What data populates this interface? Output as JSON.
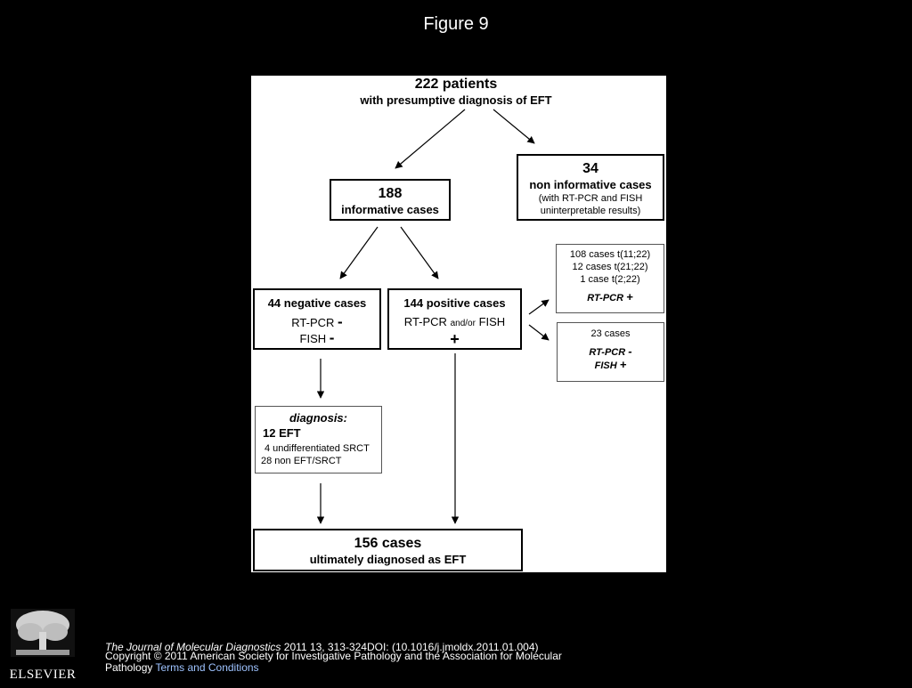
{
  "page": {
    "title": "Figure 9"
  },
  "diagram": {
    "top": {
      "line1": "222 patients",
      "line2": "with presumptive diagnosis of EFT"
    },
    "noninformative": {
      "count": "34",
      "line1": "non informative cases",
      "line2": "(with RT-PCR and FISH",
      "line3": "uninterpretable results)"
    },
    "informative": {
      "count": "188",
      "line1": "informative cases"
    },
    "negative": {
      "title": "44 negative cases",
      "rtpcr": "RT-PCR",
      "rtpcr_sign": "-",
      "fish": "FISH",
      "fish_sign": "-"
    },
    "positive": {
      "title": "144 positive cases",
      "rtpcr": "RT-PCR",
      "andor": "and/or",
      "fish": "FISH",
      "sign": "+"
    },
    "translocations": {
      "line1": "108 cases  t(11;22)",
      "line2": "12 cases  t(21;22)",
      "line3": "1 case  t(2;22)",
      "rtpcr": "RT-PCR",
      "sign": "+"
    },
    "cases23": {
      "title": "23 cases",
      "rtpcr": "RT-PCR",
      "rtpcr_sign": "-",
      "fish": "FISH",
      "fish_sign": "+"
    },
    "diagnosis": {
      "title": "diagnosis:",
      "line1": "12 EFT",
      "line2": "4  undifferentiated SRCT",
      "line3": "28 non EFT/SRCT"
    },
    "final": {
      "line1": "156 cases",
      "line2": "ultimately diagnosed as EFT"
    }
  },
  "footer": {
    "journal": "The Journal of Molecular Diagnostics",
    "citation": " 2011 13, 313-324DOI: (10.1016/j.jmoldx.2011.01.004)",
    "copyright": "Copyright © 2011 American Society for Investigative Pathology and the Association for Molecular Pathology",
    "terms": "Terms and Conditions",
    "publisher": "ELSEVIER"
  }
}
